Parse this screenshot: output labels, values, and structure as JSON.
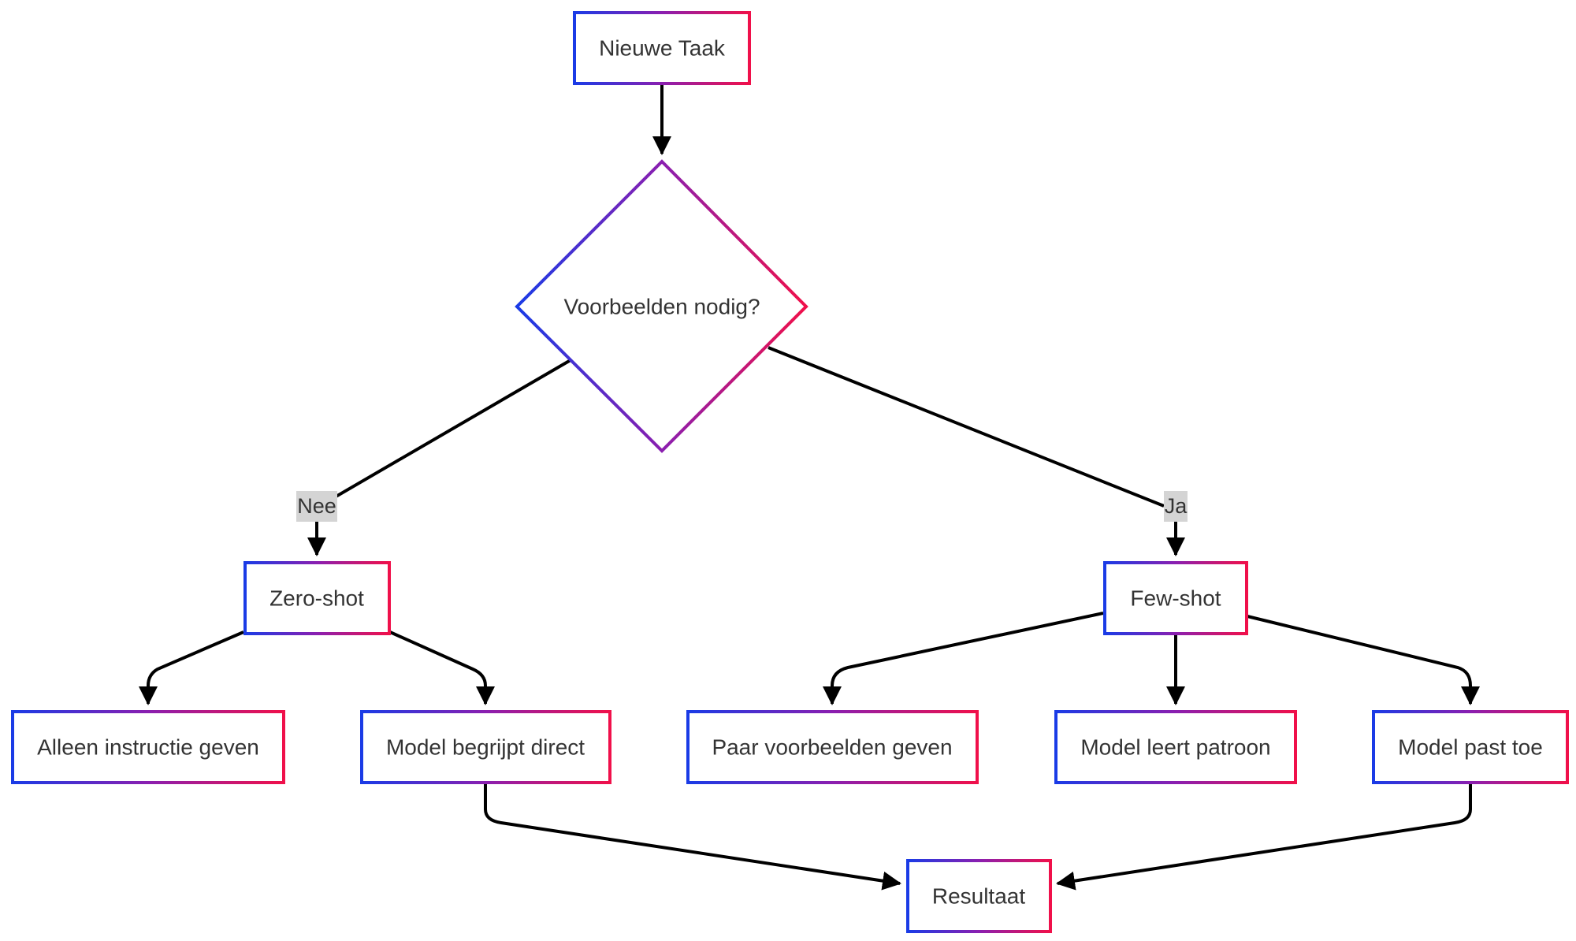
{
  "diagram": {
    "colors": {
      "gradient_start": "#1a3be6",
      "gradient_mid": "#8a1fb0",
      "gradient_end": "#f0104a",
      "edge": "#000000",
      "label_background": "#d4d4d4",
      "text": "#333333"
    },
    "nodes": {
      "start": "Nieuwe Taak",
      "decision": "Voorbeelden nodig?",
      "zero_shot": "Zero-shot",
      "few_shot": "Few-shot",
      "instruction_only": "Alleen instructie geven",
      "understands_direct": "Model begrijpt direct",
      "give_examples": "Paar voorbeelden geven",
      "learns_pattern": "Model leert patroon",
      "applies": "Model past toe",
      "result": "Resultaat"
    },
    "edge_labels": {
      "no": "Nee",
      "yes": "Ja"
    },
    "edges": [
      {
        "from": "start",
        "to": "decision"
      },
      {
        "from": "decision",
        "to": "zero_shot",
        "label": "Nee"
      },
      {
        "from": "decision",
        "to": "few_shot",
        "label": "Ja"
      },
      {
        "from": "zero_shot",
        "to": "instruction_only"
      },
      {
        "from": "zero_shot",
        "to": "understands_direct"
      },
      {
        "from": "few_shot",
        "to": "give_examples"
      },
      {
        "from": "few_shot",
        "to": "learns_pattern"
      },
      {
        "from": "few_shot",
        "to": "applies"
      },
      {
        "from": "understands_direct",
        "to": "result"
      },
      {
        "from": "applies",
        "to": "result"
      }
    ]
  }
}
